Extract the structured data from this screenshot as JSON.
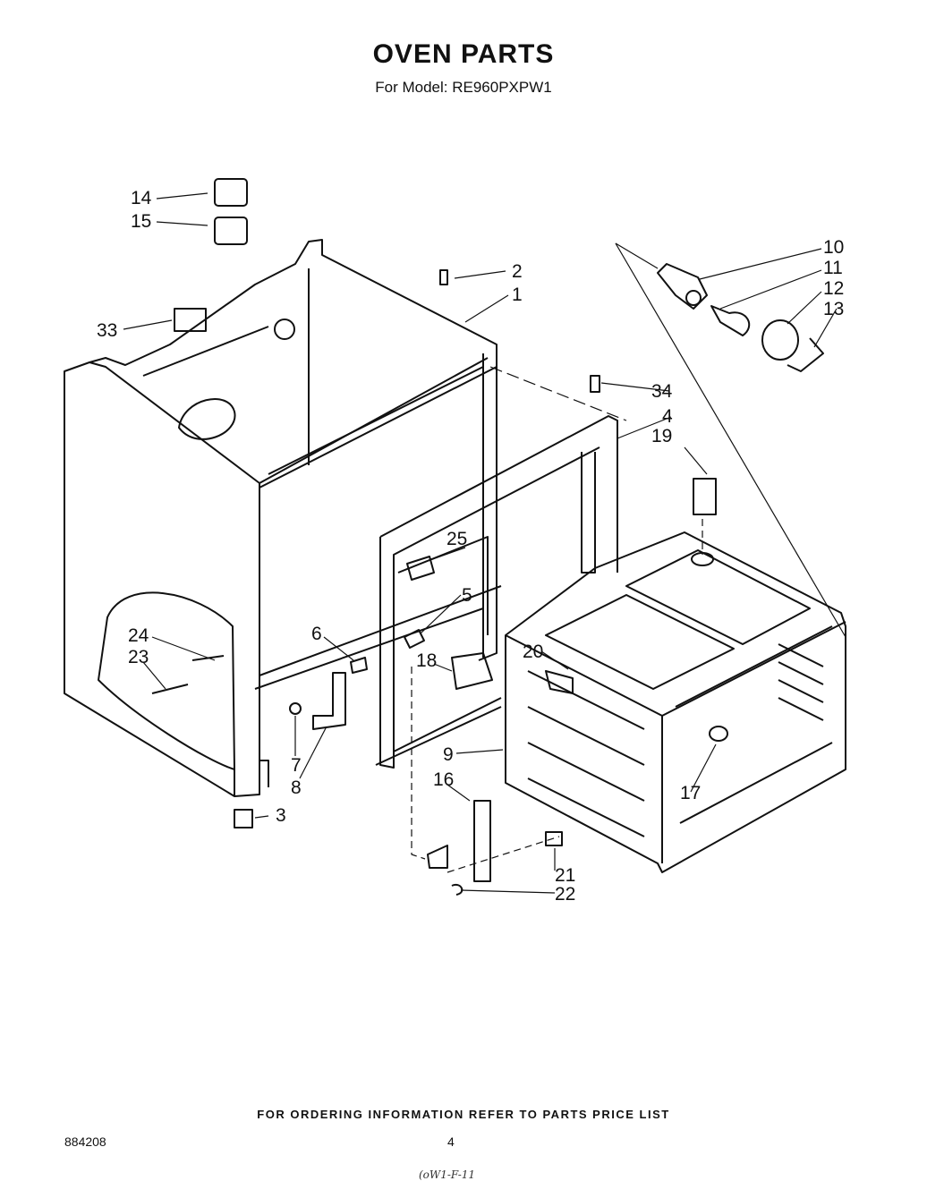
{
  "title": "OVEN PARTS",
  "subtitle": "For Model: RE960PXPW1",
  "footer": "FOR ORDERING INFORMATION REFER TO PARTS PRICE LIST",
  "doc_number": "884208",
  "page_number": "4",
  "handwritten_note": "(oW1-F-11",
  "callouts": [
    "1",
    "2",
    "3",
    "4",
    "5",
    "6",
    "7",
    "8",
    "9",
    "10",
    "11",
    "12",
    "13",
    "14",
    "15",
    "16",
    "17",
    "18",
    "19",
    "20",
    "21",
    "22",
    "23",
    "24",
    "25",
    "33",
    "34"
  ]
}
